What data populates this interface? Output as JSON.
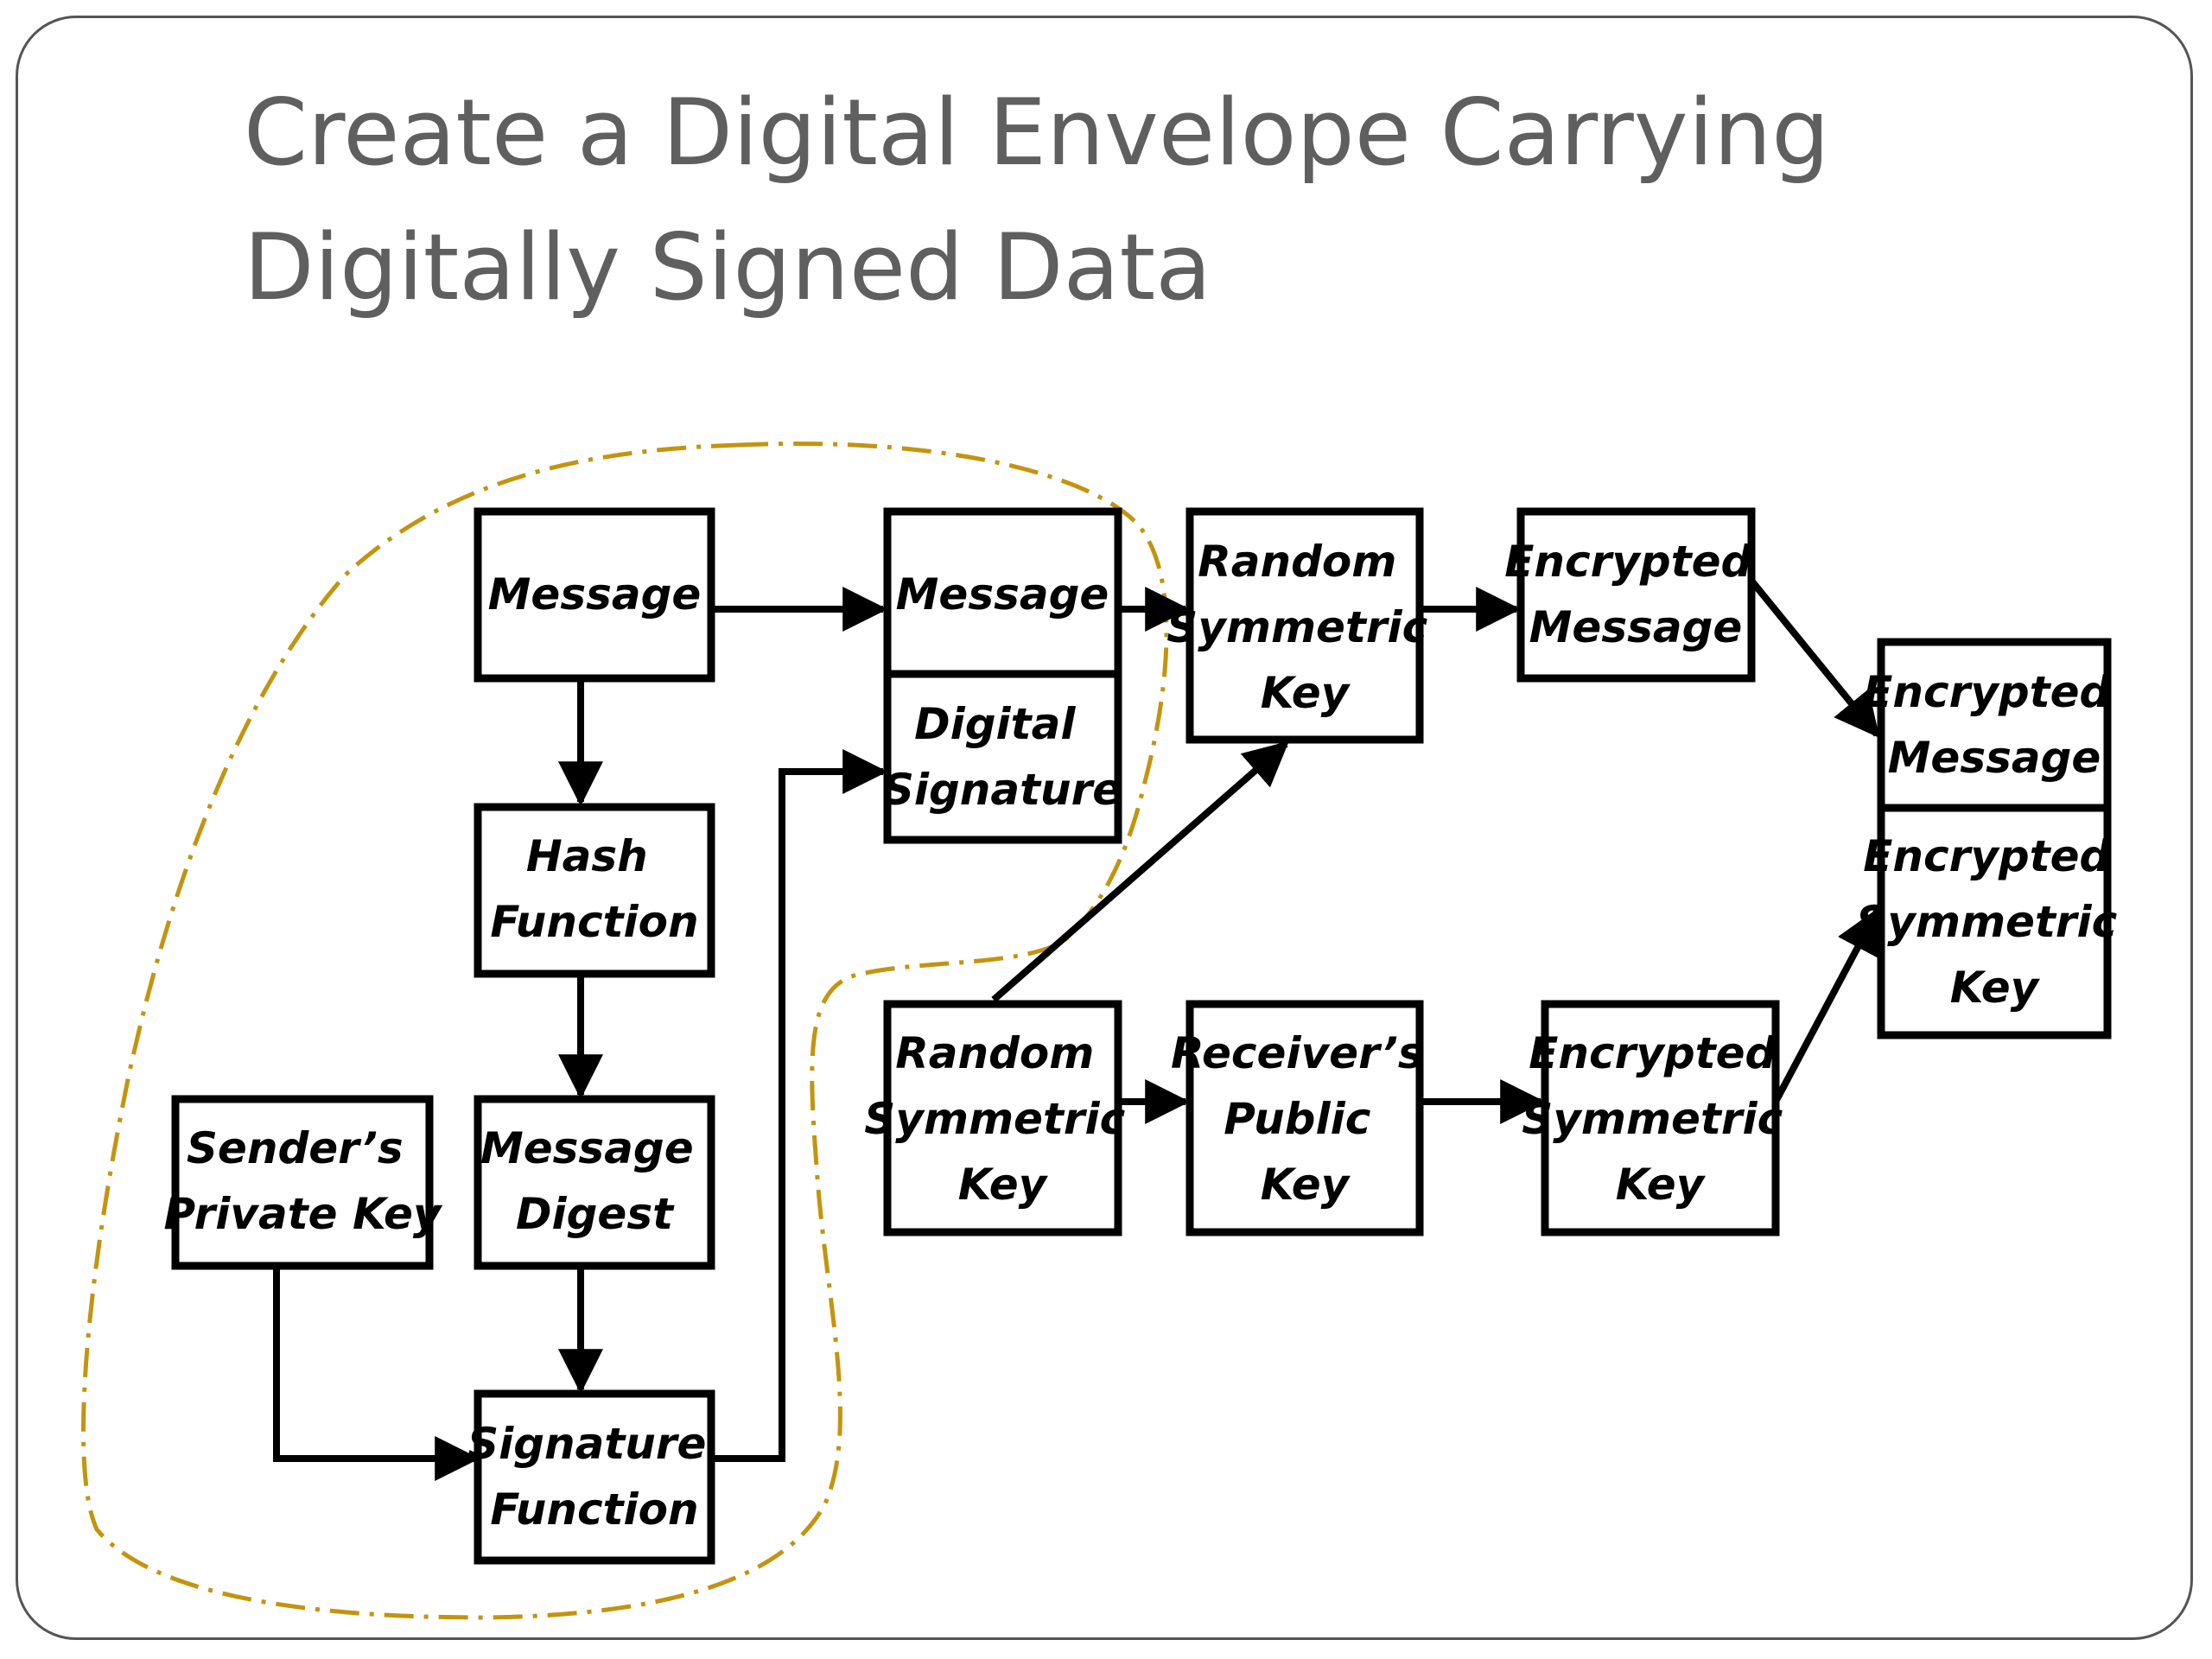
{
  "title": {
    "line1": "Create a Digital Envelope Carrying",
    "line2": "Digitally Signed Data"
  },
  "colors": {
    "title_text": "#5f5f5f",
    "frame_border": "#555555",
    "signing_boundary": "#c4940f",
    "box_stroke": "#000000"
  },
  "nodes": {
    "message": {
      "lines": [
        "Message"
      ]
    },
    "hash_function": {
      "lines": [
        "Hash",
        "Function"
      ]
    },
    "message_digest": {
      "lines": [
        "Message",
        "Digest"
      ]
    },
    "senders_private_key": {
      "lines": [
        "Sender’s",
        "Private Key"
      ]
    },
    "signature_function": {
      "lines": [
        "Signature",
        "Function"
      ]
    },
    "signed_message": {
      "lines": [
        "Message"
      ]
    },
    "digital_signature": {
      "lines": [
        "Digital",
        "Signature"
      ]
    },
    "random_symmetric_key_encrypt": {
      "lines": [
        "Random",
        "Symmetric",
        "Key"
      ]
    },
    "encrypted_message": {
      "lines": [
        "Encrypted",
        "Message"
      ]
    },
    "random_symmetric_key": {
      "lines": [
        "Random",
        "Symmetric",
        "Key"
      ]
    },
    "receivers_public_key": {
      "lines": [
        "Receiver’s",
        "Public",
        "Key"
      ]
    },
    "encrypted_symmetric_key": {
      "lines": [
        "Encrypted",
        "Symmetric",
        "Key"
      ]
    },
    "envelope_encrypted_message": {
      "lines": [
        "Encrypted",
        "Message"
      ]
    },
    "envelope_encrypted_symmetric_key": {
      "lines": [
        "Encrypted",
        "Symmetric",
        "Key"
      ]
    }
  },
  "edges": [
    {
      "from": "message",
      "to": "signed_message"
    },
    {
      "from": "message",
      "to": "hash_function"
    },
    {
      "from": "hash_function",
      "to": "message_digest"
    },
    {
      "from": "message_digest",
      "to": "signature_function"
    },
    {
      "from": "senders_private_key",
      "to": "signature_function"
    },
    {
      "from": "signature_function",
      "to": "digital_signature"
    },
    {
      "from": "signed_message",
      "to": "random_symmetric_key_encrypt"
    },
    {
      "from": "random_symmetric_key_encrypt",
      "to": "encrypted_message"
    },
    {
      "from": "random_symmetric_key",
      "to": "random_symmetric_key_encrypt"
    },
    {
      "from": "random_symmetric_key",
      "to": "receivers_public_key"
    },
    {
      "from": "receivers_public_key",
      "to": "encrypted_symmetric_key"
    },
    {
      "from": "encrypted_message",
      "to": "envelope_encrypted_message"
    },
    {
      "from": "encrypted_symmetric_key",
      "to": "envelope_encrypted_symmetric_key"
    }
  ]
}
